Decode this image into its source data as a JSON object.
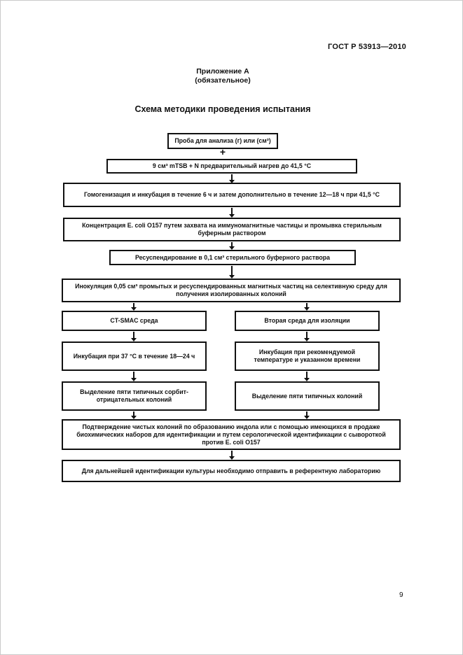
{
  "page": {
    "header": "ГОСТ Р 53913—2010",
    "appendix_title": "Приложение А",
    "appendix_subtitle": "(обязательное)",
    "title": "Схема методики проведения испытания",
    "page_number": "9"
  },
  "flowchart": {
    "plus_sign": "+",
    "boxes": {
      "sample": "Проба для анализа (г) или (см³)",
      "mtsb": "9 см³ mTSB + N предварительный нагрев до 41,5 °С",
      "homogenization": "Гомогенизация и инкубация в течение 6 ч и затем дополнительно в течение 12—18 ч при 41,5 °С",
      "concentration": "Концентрация E. coli O157 путем захвата на иммуномагнитные частицы и промывка стерильным буферным раствором",
      "resuspension": "Ресуспендирование в 0,1 см³ стерильного буферного раствора",
      "inoculation": "Инокуляция 0,05 см³ промытых и ресуспендированных магнитных частиц на селективную среду для получения изолированных колоний",
      "ct_smac": "CT-SMAC среда",
      "second_medium": "Вторая среда для изоляции",
      "incubation_left": "Инкубация при 37 °С в течение 18—24 ч",
      "incubation_right": "Инкубация при рекомендуемой температуре и указанном времени",
      "isolation_left": "Выделение пяти типичных сорбит-отрицательных колоний",
      "isolation_right": "Выделение пяти типичных колоний",
      "confirmation": "Подтверждение чистых колоний по образованию индола или с помощью имеющихся в продаже биохимических наборов для идентификации и путем серологической идентификации с сывороткой против E. coli O157",
      "reference_lab": "Для дальнейшей идентификации культуры необходимо отправить в референтную лабораторию"
    }
  }
}
